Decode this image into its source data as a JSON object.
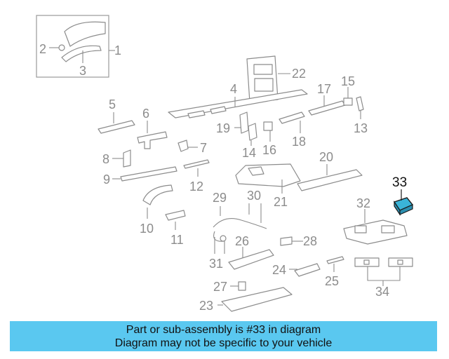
{
  "diagram": {
    "highlight_color": "#3ab4d8",
    "callouts": [
      "1",
      "2",
      "3",
      "4",
      "5",
      "6",
      "7",
      "8",
      "9",
      "10",
      "11",
      "12",
      "13",
      "14",
      "15",
      "16",
      "17",
      "18",
      "19",
      "20",
      "21",
      "22",
      "23",
      "24",
      "25",
      "26",
      "27",
      "28",
      "29",
      "30",
      "31",
      "32",
      "33",
      "34"
    ],
    "highlighted_callout": "33"
  },
  "banner": {
    "line1": "Part or sub-assembly is #33 in diagram",
    "line2": "Diagram may not be specific to your vehicle",
    "color": "#5ac8f0"
  }
}
